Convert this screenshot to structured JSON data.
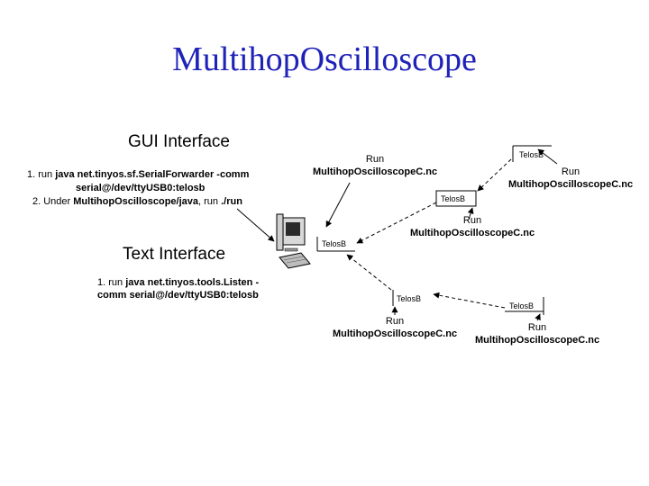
{
  "title": "MultihopOscilloscope",
  "gui": {
    "heading": "GUI Interface",
    "line1": {
      "prefix": "1. run ",
      "bold": "java net.tinyos.sf.SerialForwarder -comm"
    },
    "line2": {
      "bold": "serial@/dev/ttyUSB0:telosb"
    },
    "line3": {
      "prefix": "2. Under ",
      "bold1": "MultihopOscilloscope/java",
      "mid": ", run ",
      "bold2": "./run"
    }
  },
  "text": {
    "heading": "Text Interface",
    "line1": {
      "prefix": "1. run ",
      "bold": "java net.tinyos.tools.Listen -"
    },
    "line2": {
      "bold": "comm serial@/dev/ttyUSB0:telosb"
    }
  },
  "nodes": {
    "base": "TelosB",
    "top_right": "TelosB",
    "middle": "TelosB",
    "bottom_left": "TelosB",
    "bottom_right": "TelosB"
  },
  "runs": {
    "top_center": {
      "run": "Run",
      "cmd": "MultihopOscilloscopeC.nc"
    },
    "top_right": {
      "run": "Run",
      "cmd": "MultihopOscilloscopeC.nc"
    },
    "middle": {
      "run": "Run",
      "cmd": "MultihopOscilloscopeC.nc"
    },
    "bottom_left": {
      "run": "Run",
      "cmd": "MultihopOscilloscopeC.nc"
    },
    "bottom_right": {
      "run": "Run",
      "cmd": "MultihopOscilloscopeC.nc"
    }
  },
  "icons": {
    "computer": "computer-icon"
  }
}
